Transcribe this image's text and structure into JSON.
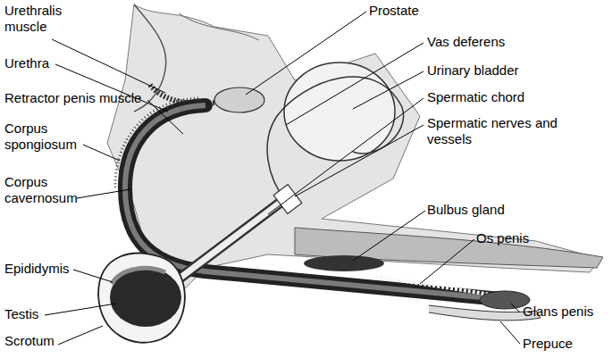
{
  "diagram": {
    "labels": [
      "Urethralis muscle",
      "Prostate",
      "Vas deferens",
      "Urethra",
      "Urinary bladder",
      "Retractor penis muscle",
      "Spermatic chord",
      "Corpus spongiosum",
      "Spermatic nerves and vessels",
      "Corpus cavernosum",
      "Bulbus gland",
      "Os penis",
      "Epididymis",
      "Glans penis",
      "Testis",
      "Prepuce",
      "Scrotum"
    ]
  }
}
